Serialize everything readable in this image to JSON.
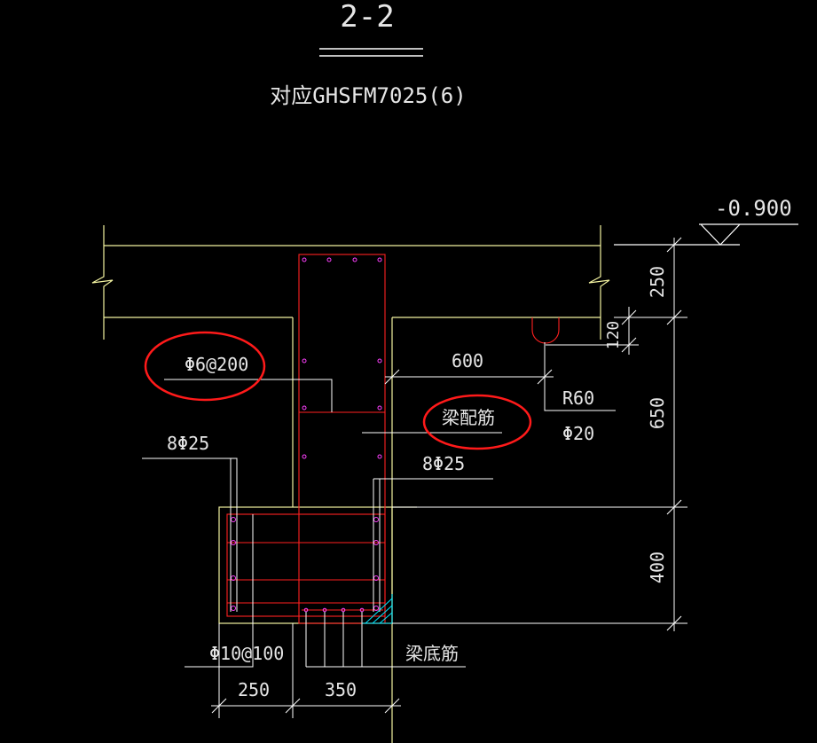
{
  "drawing": {
    "section_label": "2-2",
    "subtitle": "对应GHSFM7025(6)",
    "elevation": "-0.900"
  },
  "annotations": {
    "stirrup_upper": "Φ6@200",
    "beam_rebar_label": "梁配筋",
    "rebar_left": "8Φ25",
    "rebar_right": "8Φ25",
    "stirrup_lower": "Φ10@100",
    "beam_bottom_rebar": "梁底筋",
    "radius": "R60",
    "bar_diameter": "Φ20"
  },
  "dimensions": {
    "d250_top": "250",
    "d120": "120",
    "d650": "650",
    "d400": "400",
    "d600": "600",
    "d250_bottom": "250",
    "d350": "350"
  },
  "colors": {
    "background": "#000000",
    "structure_line": "#f2f2a0",
    "rebar": "#ff2020",
    "dimension_line": "#ffffff",
    "highlight_circle": "#ff1a1a",
    "rebar_dot": "#ff40ff",
    "hatch": "#00e5ff"
  }
}
